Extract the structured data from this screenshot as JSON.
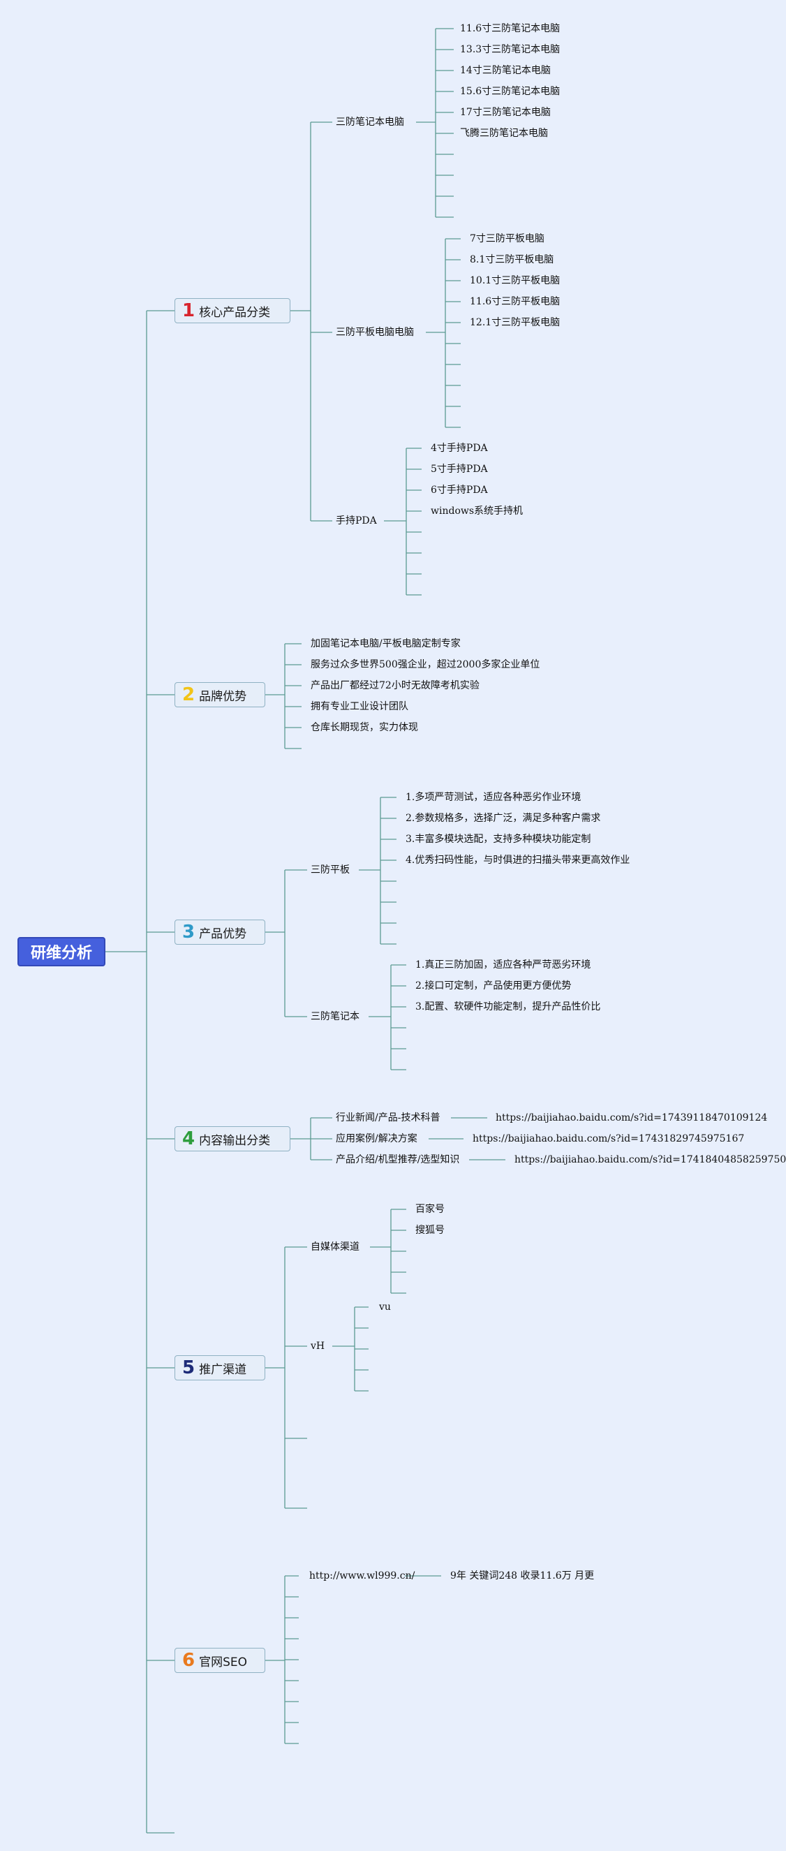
{
  "root": {
    "label": "研维分析",
    "color": "#4560dd"
  },
  "colors": {
    "line": "#5b9a92",
    "num1": "#d8252e",
    "num2": "#f2c418",
    "num3": "#2f9ac8",
    "num4": "#2e9e3d",
    "num5": "#1d2b78",
    "num6": "#e97a1e"
  },
  "categories": [
    {
      "num": "1",
      "label": "核心产品分类",
      "groups": [
        {
          "label": "三防笔记本电脑",
          "items": [
            "11.6寸三防笔记本电脑",
            "13.3寸三防笔记本电脑",
            "14寸三防笔记本电脑",
            "15.6寸三防笔记本电脑",
            "17寸三防笔记本电脑",
            "飞腾三防笔记本电脑"
          ]
        },
        {
          "label": "三防平板电脑电脑",
          "items": [
            "7寸三防平板电脑",
            "8.1寸三防平板电脑",
            "10.1寸三防平板电脑",
            "11.6寸三防平板电脑",
            "12.1寸三防平板电脑"
          ]
        },
        {
          "label": "手持PDA",
          "items": [
            "4寸手持PDA",
            "5寸手持PDA",
            "6寸手持PDA",
            "windows系统手持机"
          ]
        }
      ]
    },
    {
      "num": "2",
      "label": "品牌优势",
      "items": [
        "加固笔记本电脑/平板电脑定制专家",
        "服务过众多世界500强企业，超过2000多家企业单位",
        "产品出厂都经过72小时无故障考机实验",
        "拥有专业工业设计团队",
        "仓库长期现货，实力体现"
      ]
    },
    {
      "num": "3",
      "label": "产品优势",
      "groups": [
        {
          "label": "三防平板",
          "items": [
            "1.多项严苛测试，适应各种恶劣作业环境",
            "2.参数规格多，选择广泛，满足多种客户需求",
            "3.丰富多模块选配，支持多种模块功能定制",
            "4.优秀扫码性能，与时俱进的扫描头带来更高效作业"
          ]
        },
        {
          "label": "三防笔记本",
          "items": [
            "1.真正三防加固，适应各种严苛恶劣环境",
            "2.接口可定制，产品使用更方便优势",
            "3.配置、软硬件功能定制，提升产品性价比"
          ]
        }
      ]
    },
    {
      "num": "4",
      "label": "内容输出分类",
      "rows": [
        {
          "label": "行业新闻/产品-技术科普",
          "url": "https://baijiahao.baidu.com/s?id=1743911847010912​4"
        },
        {
          "label": "应用案例/解决方案",
          "url": "https://baijiahao.baidu.com/s?id=1743182974597516​7"
        },
        {
          "label": "产品介绍/机型推荐/选型知识",
          "url": "https://baijiahao.baidu.com/s?id=1741840485825975​0"
        }
      ]
    },
    {
      "num": "5",
      "label": "推广渠道",
      "groups": [
        {
          "label": "自媒体渠道",
          "items": [
            "百家号",
            "搜狐号"
          ]
        },
        {
          "label": "vH",
          "items": [
            "vu"
          ]
        }
      ]
    },
    {
      "num": "6",
      "label": "官网SEO",
      "rows": [
        {
          "label": "http://www.wl999.cn/",
          "detail": "9年 关键词248 收录11.6万 月更"
        }
      ]
    }
  ]
}
